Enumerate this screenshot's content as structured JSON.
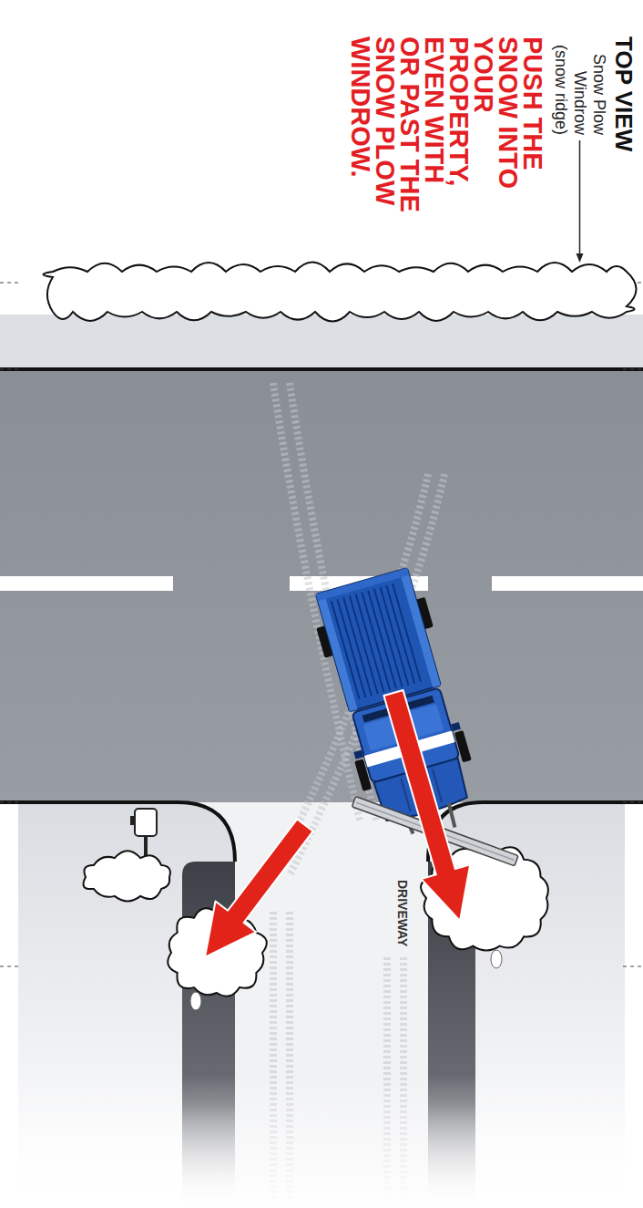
{
  "diagram": {
    "title": "TOP VIEW",
    "labels": [
      "Snow Plow Windrow",
      "(snow ridge)",
      "PUSH THE SNOW INTO YOUR PROPERTY, EVEN WITH OR PAST THE SNOW PLOW WINDROW.",
      "DRIVEWAY"
    ]
  }
}
